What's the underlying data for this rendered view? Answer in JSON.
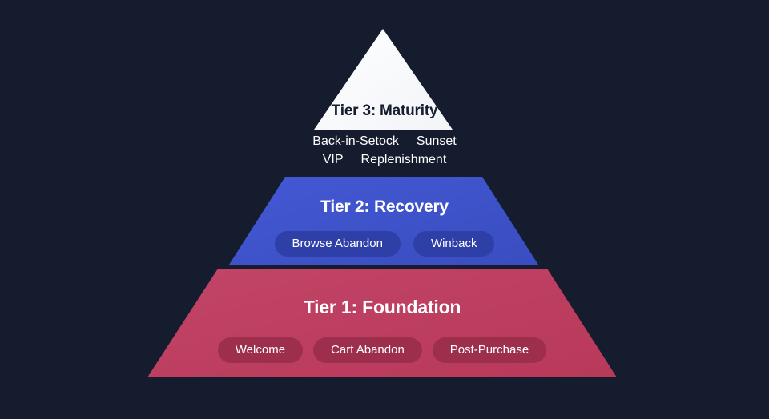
{
  "background_color": "#151c2e",
  "diagram": {
    "type": "pyramid",
    "tiers": [
      {
        "id": "tier-3",
        "shape": "triangle",
        "title": "Tier 3: Maturity",
        "fill_color": "#ffffff",
        "title_color": "#151c2e",
        "tag_style": "plain",
        "tag_rows": [
          [
            "Back-in-Setock",
            "Sunset"
          ],
          [
            "VIP",
            "Replenishment"
          ]
        ]
      },
      {
        "id": "tier-2",
        "shape": "trapezoid",
        "title": "Tier 2: Recovery",
        "fill_color": "#3f55cc",
        "title_color": "#ffffff",
        "tag_style": "pill",
        "pill_color": "#2f3fa8",
        "tags": [
          "Browse Abandon",
          "Winback"
        ]
      },
      {
        "id": "tier-1",
        "shape": "trapezoid",
        "title": "Tier 1: Foundation",
        "fill_color": "#bd3e60",
        "title_color": "#ffffff",
        "tag_style": "pill",
        "pill_color": "#9e2f4c",
        "tags": [
          "Welcome",
          "Cart Abandon",
          "Post-Purchase"
        ]
      }
    ]
  }
}
